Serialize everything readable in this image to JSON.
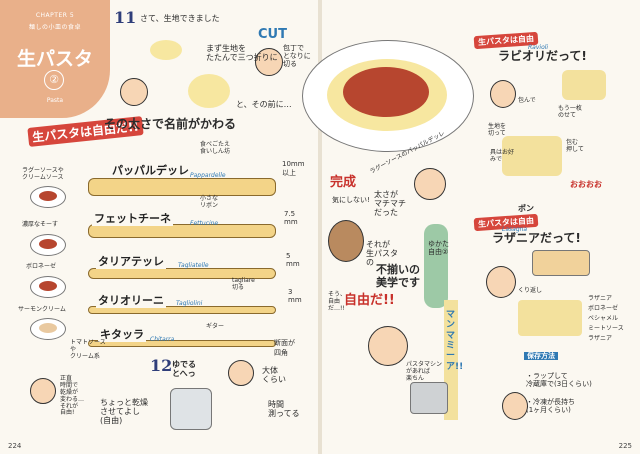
{
  "chapter": {
    "label": "CHAPTER 5",
    "subtitle": "麺しの小皿の食卓",
    "title": "生パスタ",
    "number": "②",
    "english": "Pasta"
  },
  "left": {
    "step11": {
      "num": "11",
      "text": "さて、生地できました"
    },
    "cut": {
      "title": "CUT",
      "text1": "まず生地を\nたたんで三つ折りに",
      "text2": "包丁で\nとなりに\n切る",
      "text3": "と、その前に…"
    },
    "title_banner": "生パスタは自由だ!!",
    "width_header": "その太さで名前がかわる",
    "pastas": [
      {
        "jp": "パッパルデッレ",
        "en": "Pappardelle",
        "width": "10mm\n以上"
      },
      {
        "jp": "フェットチーネ",
        "en": "Fettucine",
        "width": "7.5\nmm"
      },
      {
        "jp": "タリアテッレ",
        "en": "Tagliatelle",
        "width": "5\nmm"
      },
      {
        "jp": "タリオリーニ",
        "en": "Tagliolini",
        "width": "3\nmm"
      },
      {
        "jp": "キタッラ",
        "en": "Chitarra",
        "width": "断面が\n四角"
      }
    ],
    "side_notes": [
      "ラグーソースや\nクリームソース",
      "濃厚なそーす",
      "ボロネーゼ",
      "サーモンクリーム",
      "トマトソース\nや\nクリーム系"
    ],
    "small_notes": [
      "食べごたえ\n食いしん坊",
      "小さな\nリボン",
      "tagliare\n切る",
      "ギター"
    ],
    "step12": {
      "num": "12",
      "text1": "ゆでる\nとへっ",
      "text2": "ちょっと乾燥\nさせてよし\n(自由)",
      "text3": "大体\nくらい",
      "text4": "時間\n測ってる",
      "note": "正直\n時間で\n乾燥が\n変わる…\nそれが\n自由!"
    },
    "page_number": "224"
  },
  "right": {
    "kansei": "完成",
    "kansei_note": "気にしない!",
    "width_note": "太さが\nマチマチ\nだった",
    "sauce_note": "ラグーソースのパッパルデッレ",
    "person_note": "それが\n生パスタ\nの",
    "bianco_note": "不揃いの\n美学です",
    "jiyu": "自由だ!!",
    "maemiami": "そう、\n自由\nだ…!!",
    "yellow_vertical": "マンマミーア!!",
    "green_vertical": "ゆかた\n自由②",
    "ravioli": {
      "banner": "生パスタは自由",
      "title": "ラビオリだって!",
      "en": "Ravioli",
      "notes": [
        "包んで",
        "生地を\n切って",
        "具はお好\nみで",
        "もう一枚\nのせて",
        "包む\n押して",
        "おおおお",
        "ポン"
      ]
    },
    "lasagna": {
      "banner": "生パスタは自由",
      "title": "ラザニアだって!",
      "en": "Lasagna",
      "notes": [
        "くり返し",
        "ラザニア",
        "ボロネーゼ",
        "ベシャメル",
        "ミートソース",
        "ラザニア"
      ]
    },
    "storage": {
      "title": "保存方法",
      "items": [
        "・ラップして\n冷蔵庫で(3日くらい)",
        "・冷凍が長持ち\n(1ヶ月くらい)"
      ]
    },
    "machine_note": "パスタマシン\nがあれば\n楽ちん",
    "page_number": "225"
  }
}
